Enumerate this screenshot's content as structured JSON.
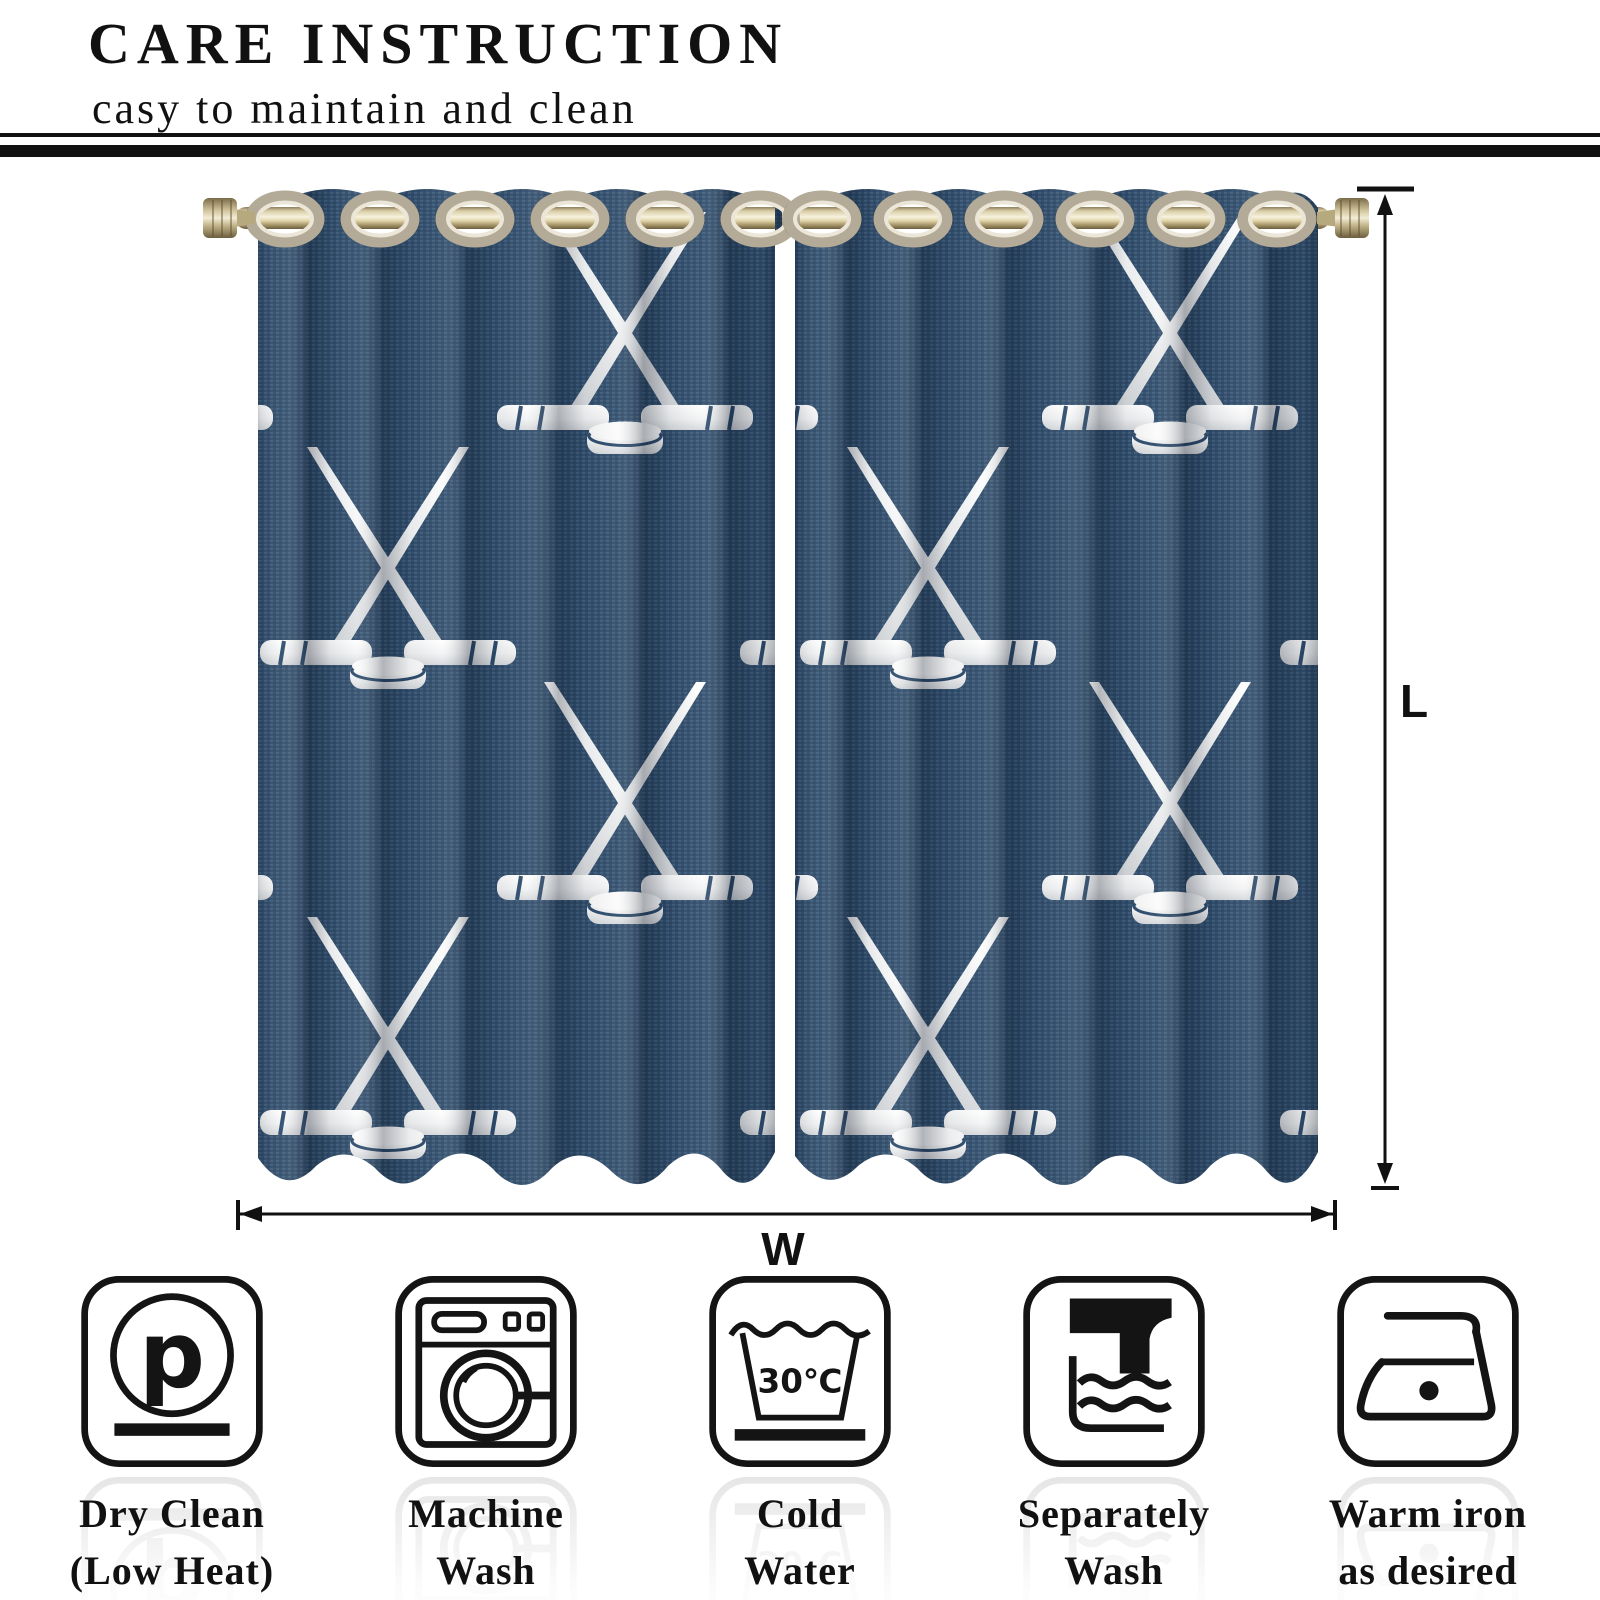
{
  "header": {
    "title": "CARE INSTRUCTION",
    "subtitle": "casy to maintain and clean"
  },
  "product": {
    "name": "navy-hockey-sticks-grommet-curtain-panels",
    "panel_count": 2,
    "pattern": "crossed white hockey sticks with puck",
    "dimensions": {
      "length_label": "L",
      "width_label": "W"
    },
    "colors": {
      "fabric_navy": "#32506f",
      "motif_white": "#ffffff",
      "rod_brass": "#e2d6ab",
      "grommet_metal": "#b3aa97",
      "ink": "#111111"
    }
  },
  "care_icons": [
    {
      "name": "dry-clean-low-heat-icon",
      "glyph": "p",
      "label_lines": [
        "Dry Clean",
        "(Low Heat)"
      ]
    },
    {
      "name": "machine-wash-icon",
      "label_lines": [
        "Machine",
        "Wash"
      ]
    },
    {
      "name": "cold-water-icon",
      "temperature": "30℃",
      "label_lines": [
        "Cold",
        "Water"
      ]
    },
    {
      "name": "separately-wash-icon",
      "label_lines": [
        "Separately",
        "Wash"
      ]
    },
    {
      "name": "warm-iron-icon",
      "label_lines": [
        "Warm iron",
        "as desired"
      ]
    }
  ]
}
